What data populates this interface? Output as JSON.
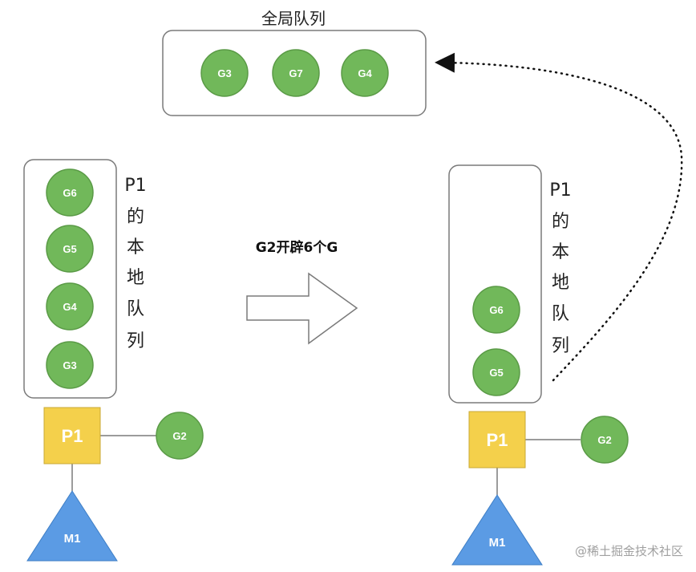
{
  "colors": {
    "goroutine": "#71b85a",
    "goroutine_stroke": "#5a9a46",
    "processor": "#f4d04b",
    "machine": "#5b9be4",
    "box_stroke": "#7a7a7a"
  },
  "global_queue": {
    "title": "全局队列",
    "items": [
      "G3",
      "G7",
      "G4"
    ]
  },
  "left": {
    "local_queue_label": [
      "P1",
      "的",
      "本",
      "地",
      "队",
      "列"
    ],
    "local_queue_items": [
      "G6",
      "G5",
      "G4",
      "G3"
    ],
    "processor": "P1",
    "running": "G2",
    "machine": "M1"
  },
  "transition": {
    "label": "G2开辟6个G"
  },
  "right": {
    "local_queue_label": [
      "P1",
      "的",
      "本",
      "地",
      "队",
      "列"
    ],
    "local_queue_items": [
      "G6",
      "G5"
    ],
    "processor": "P1",
    "running": "G2",
    "machine": "M1"
  },
  "watermark": "@稀土掘金技术社区"
}
